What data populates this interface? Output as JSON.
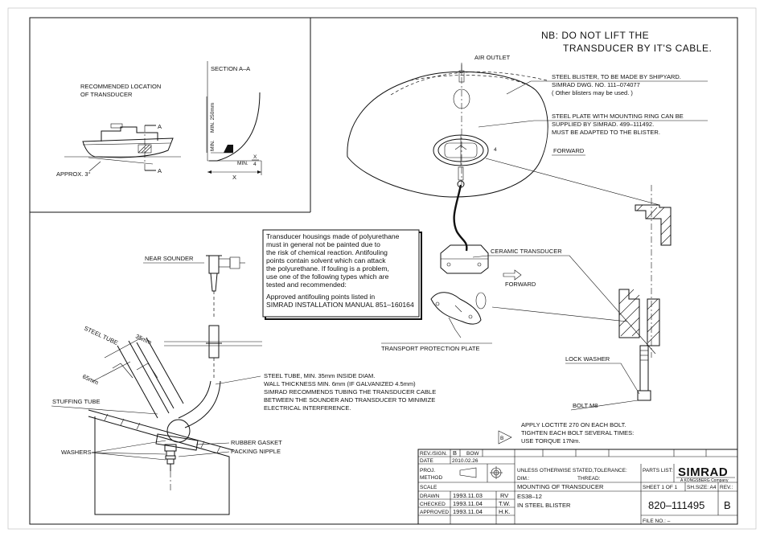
{
  "inset": {
    "location_title_line1": "RECOMMENDED LOCATION",
    "location_title_line2": "OF TRANSDUCER",
    "section_label": "SECTION A–A",
    "section_marker": "A",
    "approx_label": "APPROX. 3°",
    "min_250": "MIN. 250mm",
    "min_label": "MIN.",
    "x_over_4_x": "X",
    "x_over_4_four": "4",
    "x_label": "X"
  },
  "notice": {
    "line1": "NB:  DO NOT LIFT THE",
    "line2": "TRANSDUCER BY IT'S CABLE."
  },
  "blister": {
    "air_outlet": "AIR OUTLET",
    "blister_line1": "STEEL BLISTER, TO BE MADE BY SHIPYARD.",
    "blister_line2": "SIMRAD DWG. NO. 111–074077",
    "blister_line3": "( Other blisters may be used. )",
    "plate_line1": "STEEL PLATE WITH MOUNTING RING CAN BE",
    "plate_line2": "SUPPLIED BY SIMRAD. 499–111492.",
    "plate_line3": "MUST BE ADAPTED TO THE BLISTER.",
    "forward": "FORWARD"
  },
  "transducer": {
    "ceramic": "CERAMIC TRANSDUCER",
    "forward": "FORWARD",
    "protection_plate": "TRANSPORT PROTECTION PLATE",
    "lock_washer": "LOCK WASHER",
    "bolt": "BOLT M8"
  },
  "warning_box": {
    "lines": [
      "Transducer housings made of polyurethane",
      "must in general not be painted due to",
      "the risk of chemical reaction. Antifouling",
      "points contain solvent which can attack",
      "the polyurethane. If fouling is a problem,",
      "use one of the following types which are",
      "tested and recommended:",
      "",
      "Approved antifouling points listed in",
      "SIMRAD INSTALLATION MANUAL 851–160164"
    ]
  },
  "tube": {
    "near_sounder": "NEAR SOUNDER",
    "steel_tube": "STEEL TUBE",
    "d35": "35mm",
    "d65": "65mm",
    "stuffing_tube": "STUFFING TUBE",
    "washers": "WASHERS",
    "rubber_gasket": "RUBBER GASKET",
    "packing_nipple": "PACKING NIPPLE",
    "spec_lines": [
      "STEEL TUBE, MIN. 35mm INSIDE DIAM.",
      "WALL THICKNESS MIN. 6mm (IF GALVANIZED 4.5mm)",
      "SIMRAD RECOMMENDS TUBING THE TRANSDUCER CABLE",
      "BETWEEN THE SOUNDER AND TRANSDUCER TO MINIMIZE",
      "ELECTRICAL INTERFERENCE."
    ]
  },
  "loctite": {
    "symbol": "B",
    "lines": [
      "APPLY LOCTITE 270 ON EACH BOLT.",
      "TIGHTEN EACH BOLT SEVERAL TIMES:",
      "USE TORQUE 17Nm."
    ]
  },
  "title_block": {
    "rev_sign_label": "REV./SIGN.",
    "rev_sign_rev": "B",
    "rev_sign_sig": "BOW",
    "date_label": "DATE",
    "date_value": "2010.02.26",
    "proj_method_1": "PROJ.",
    "proj_method_2": "METHOD",
    "tolerance_1": "UNLESS OTHERWISE STATED,TOLERANCE:",
    "tolerance_dim": "DIM.:",
    "tolerance_thread": "THREAD:",
    "parts_list": "PARTS LIST:",
    "company": "SIMRAD",
    "company_sub": "A KONGSBERG Company",
    "scale_label": "SCALE",
    "title_1": "MOUNTING OF TRANSDUCER",
    "title_2": "ES38–12",
    "title_3": "IN STEEL BLISTER",
    "sheet": "SHEET 1 OF 1",
    "sheet_size": "SH.SIZE: A4",
    "rev_label": "REV.:",
    "drawn_label": "DRAWN",
    "drawn_date": "1993.11.03",
    "drawn_by": "RV",
    "checked_label": "CHECKED",
    "checked_date": "1993.11.04",
    "checked_by": "T.W.",
    "approved_label": "APPROVED",
    "approved_date": "1993.11.04",
    "approved_by": "H.K.",
    "doc_number": "820–111495",
    "doc_rev": "B",
    "file_no": "FILE NO.: –"
  }
}
